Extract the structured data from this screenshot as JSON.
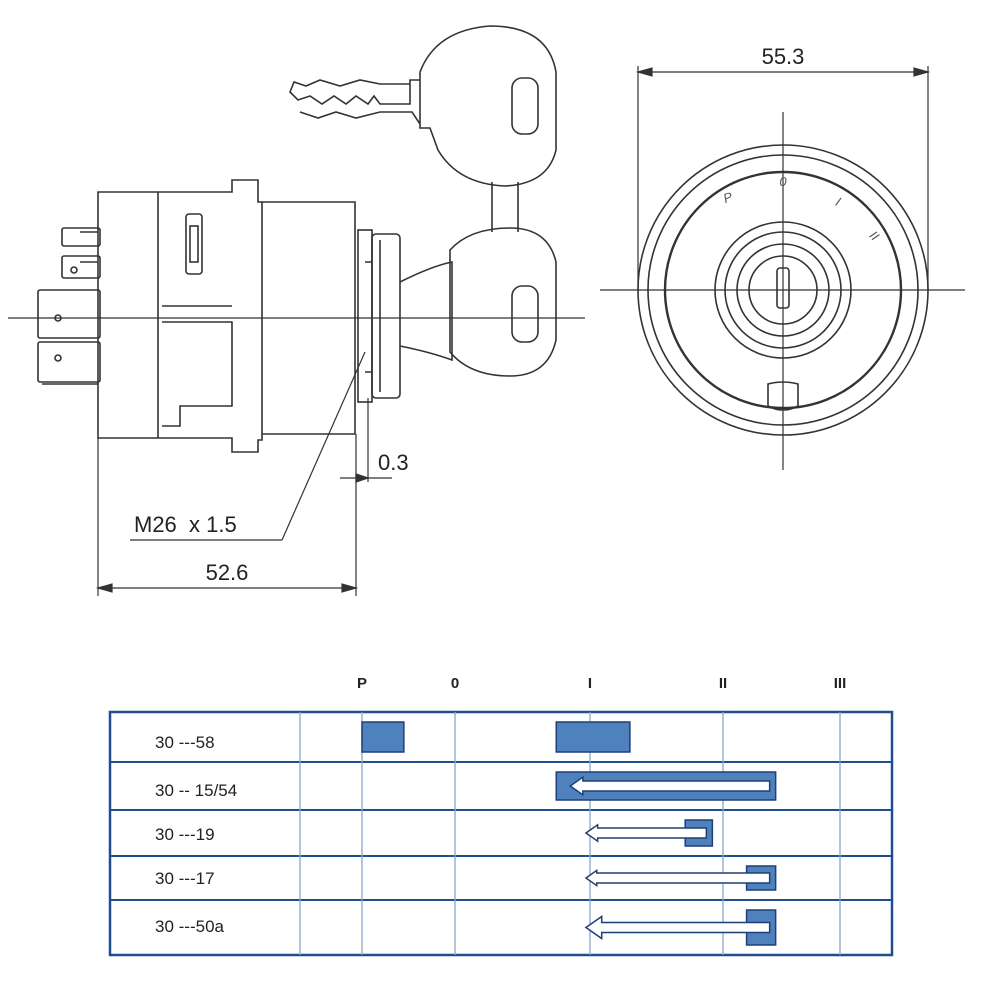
{
  "dimensions": {
    "width_front": "55.3",
    "length_side": "52.6",
    "thread": "M26  x 1.5",
    "gap": "0.3"
  },
  "dial_positions": [
    "P",
    "0",
    "I",
    "II"
  ],
  "colors": {
    "bar_fill": "#4f81bd",
    "bar_stroke": "#1f3f77",
    "table_border": "#1f4e8c",
    "grid_line": "#8aa6c9",
    "line": "#333333"
  },
  "table": {
    "positions": [
      "P",
      "0",
      "I",
      "II",
      "III"
    ],
    "rows": [
      {
        "label": "30 ---58",
        "blocks": [
          [
            0,
            0.45
          ],
          [
            1.75,
            2.3
          ]
        ],
        "spring": null
      },
      {
        "label": "30 -- 15/54",
        "blocks": [],
        "spring": {
          "from": 1.75,
          "to": 3.45,
          "grip": 0
        }
      },
      {
        "label": "30 ---19",
        "blocks": [],
        "spring": {
          "from": 1.97,
          "to": 2.92,
          "grip": 0.6
        }
      },
      {
        "label": "30 ---17",
        "blocks": [],
        "spring": {
          "from": 1.97,
          "to": 3.45,
          "grip": 0.45
        }
      },
      {
        "label": "30 ---50a",
        "blocks": [],
        "spring": {
          "from": 1.97,
          "to": 3.45,
          "grip": 0.45
        }
      }
    ]
  }
}
